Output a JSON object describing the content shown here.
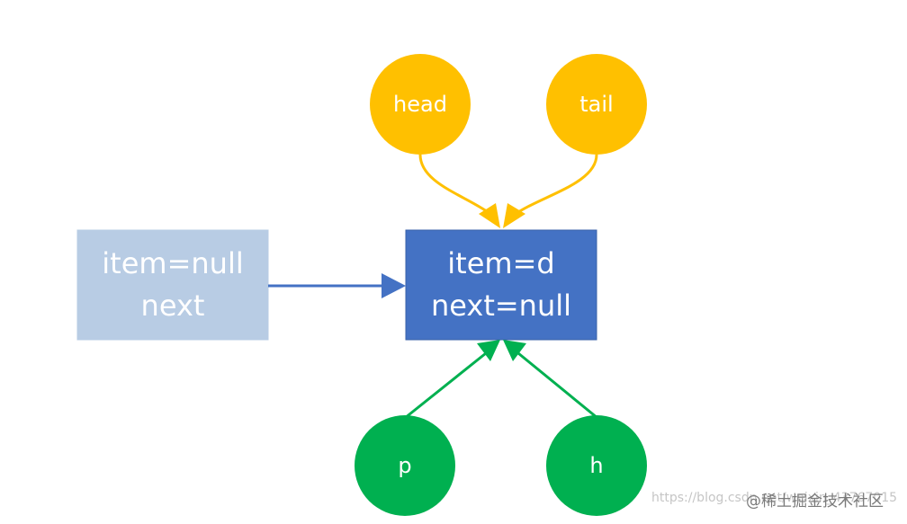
{
  "nodes": {
    "old": {
      "line1": "item=null",
      "line2": "next"
    },
    "current": {
      "line1": "item=d",
      "line2": "next=null"
    }
  },
  "pointers": {
    "head": "head",
    "tail": "tail",
    "p": "p",
    "h": "h"
  },
  "watermark": {
    "url": "https://blog.csdn.net/weixin_43767015",
    "site": "@稀土掘金技术社区"
  },
  "colors": {
    "old_node": "#b8cce4",
    "current_node": "#4472c4",
    "head_tail": "#ffc000",
    "p_h": "#00b050",
    "connector": "#4472c4"
  }
}
